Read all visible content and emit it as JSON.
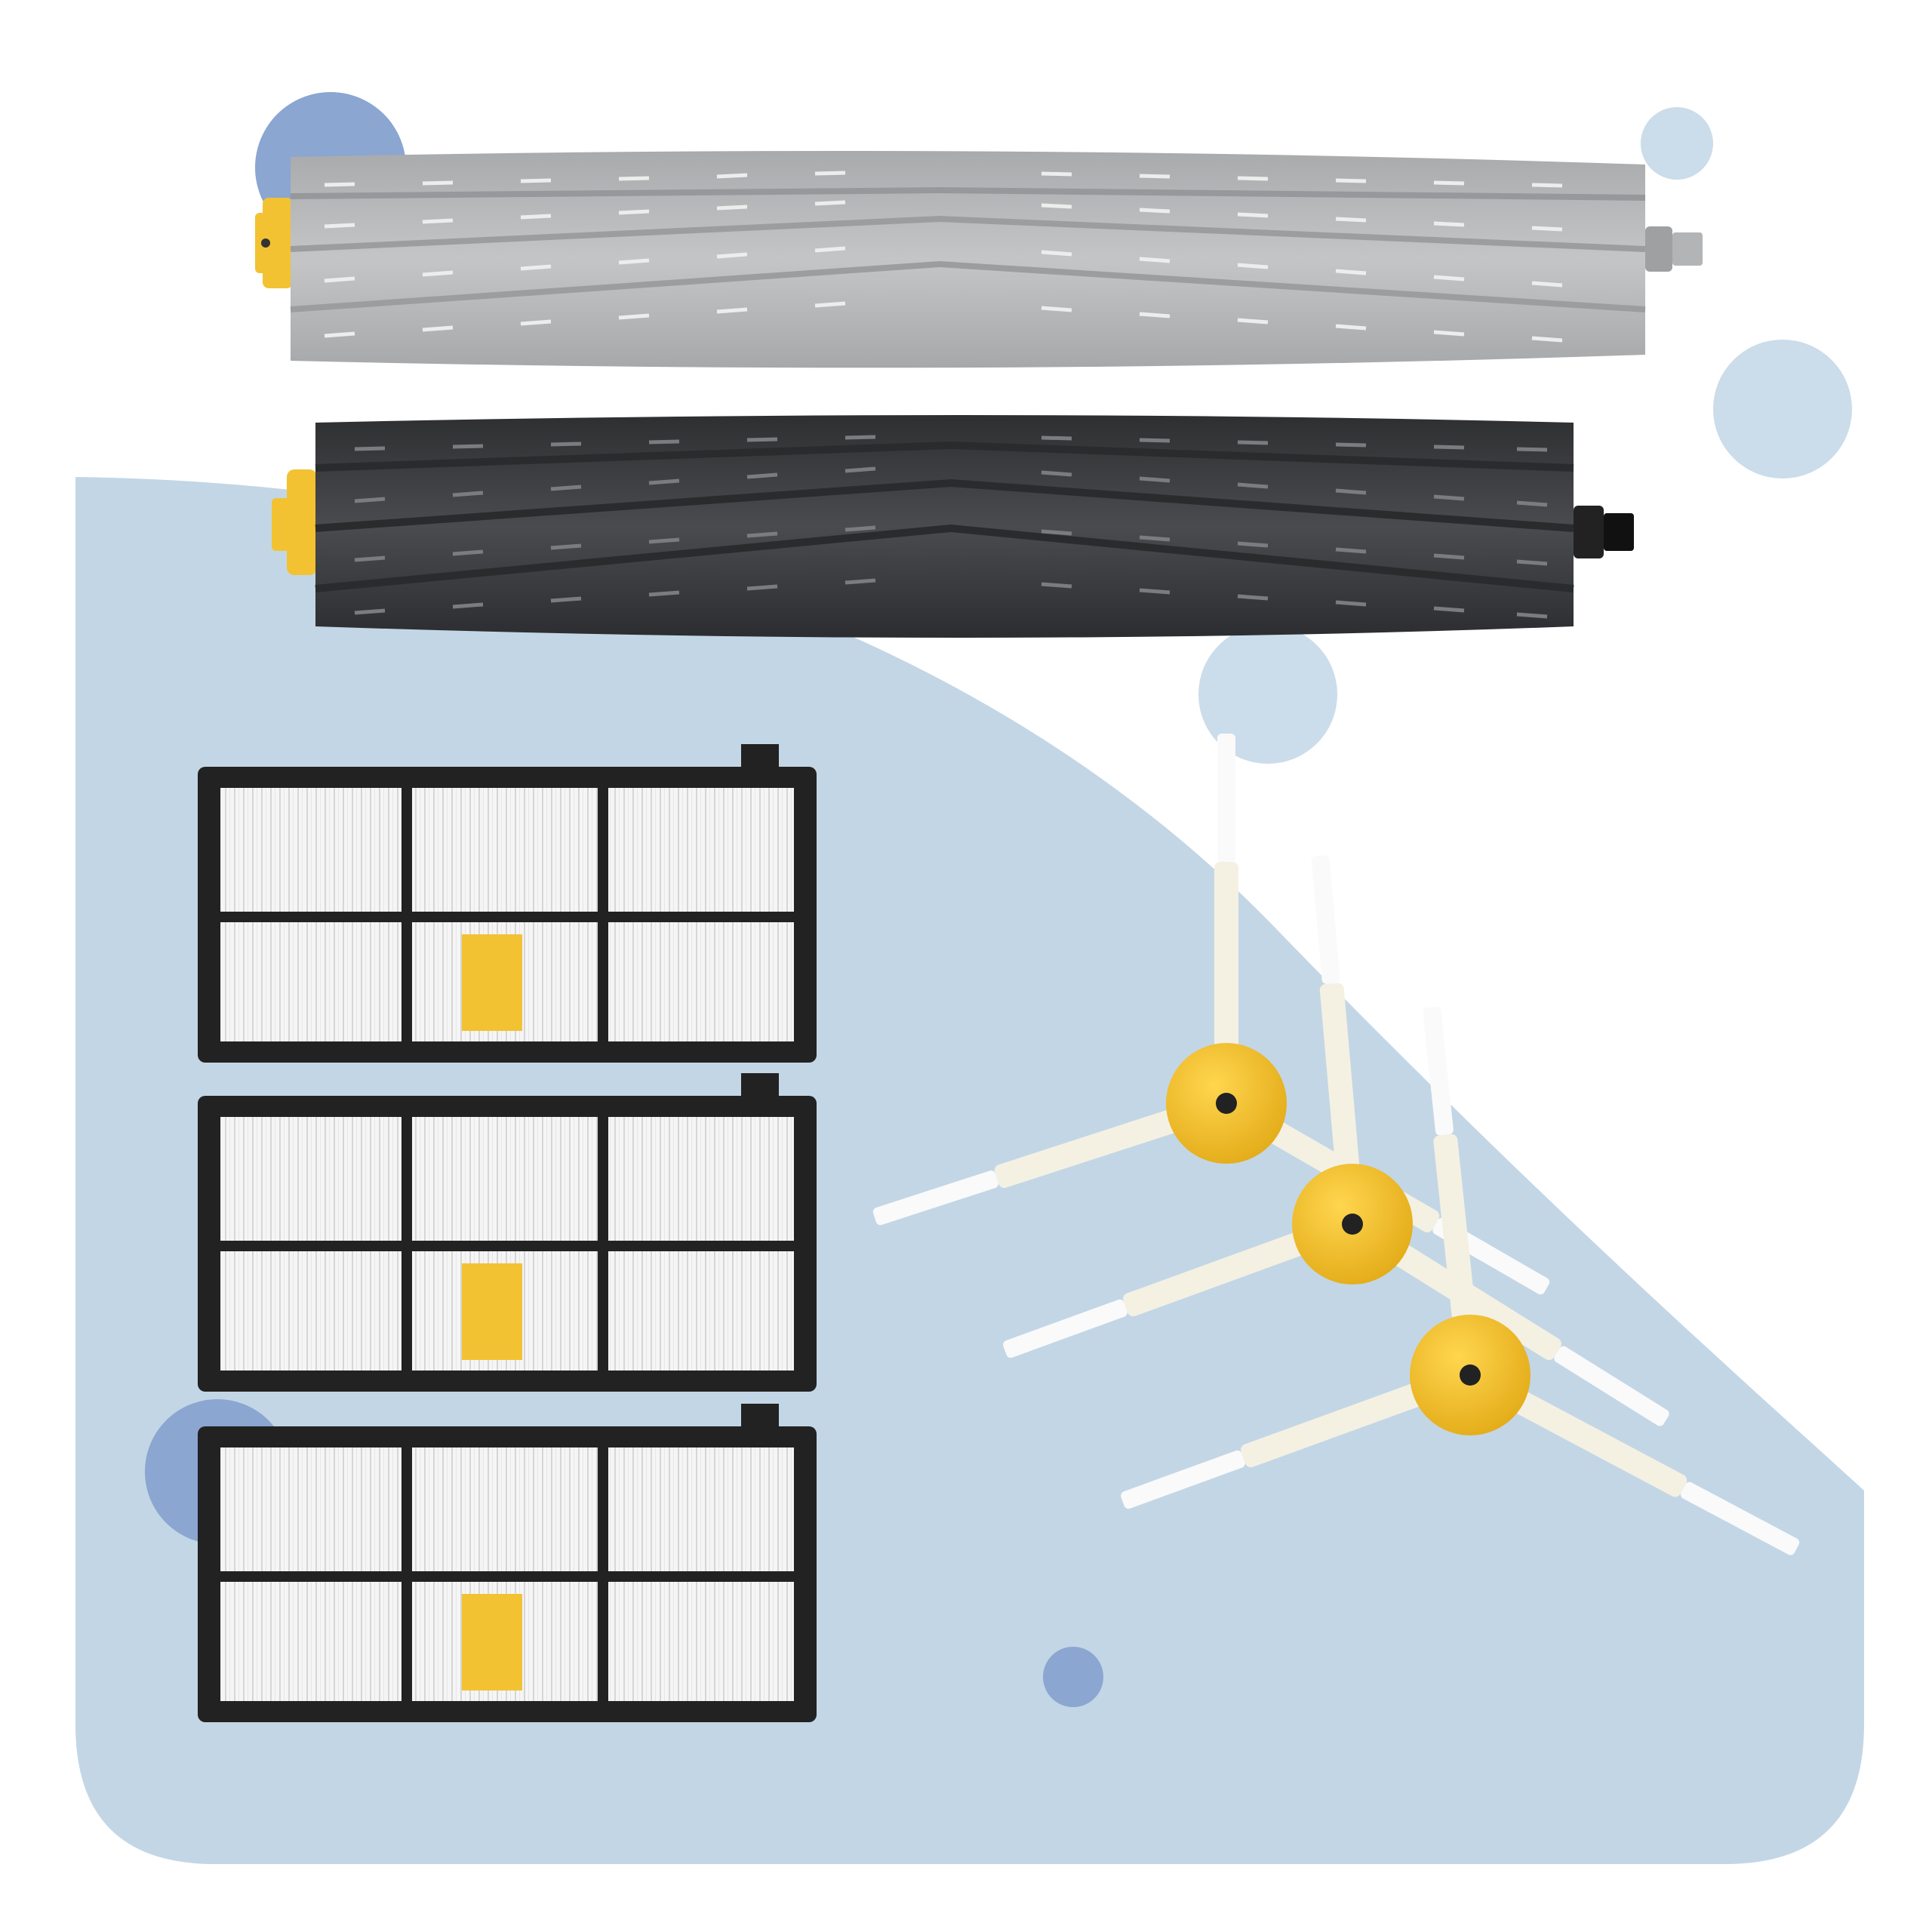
{
  "image": {
    "subject": "robot-vacuum-replacement-parts-kit",
    "colors": {
      "background": "#ffffff",
      "panel": "#c3d6e6",
      "bubble_dark": "#8aa6d1",
      "bubble_light": "#cbdcea",
      "roller_light": "#b5b6b8",
      "roller_dark": "#3b3c3f",
      "filter_frame": "#222222",
      "filter_media": "#f3f3f3",
      "yellow": "#f2c232",
      "bristle": "#f4f1e3"
    }
  },
  "parts": {
    "rollers": [
      {
        "name": "light-gray-extractor-roller",
        "shade": "light"
      },
      {
        "name": "dark-gray-extractor-roller",
        "shade": "dark"
      }
    ],
    "filters_count": 3,
    "side_brushes_count": 3
  }
}
